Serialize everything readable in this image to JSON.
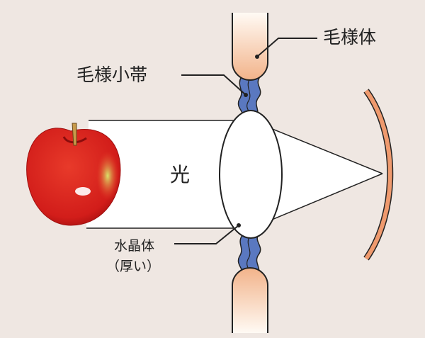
{
  "labels": {
    "ciliary_body": "毛様体",
    "zonule": "毛様小帯",
    "light": "光",
    "lens": "水晶体",
    "lens_note": "（厚い）"
  },
  "colors": {
    "background": "#efe7e2",
    "ciliary_body": "#f2b38a",
    "zonule": "#5a78c0",
    "retina": "#ef9a6e",
    "apple": "#d8201c",
    "light_beam": "#ffffff"
  }
}
